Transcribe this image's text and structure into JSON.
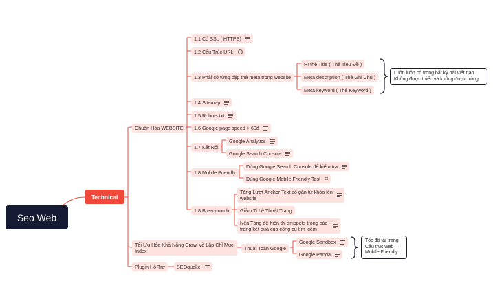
{
  "root": "Seo Web",
  "technical": "Technical",
  "branches": {
    "chuan_hoa": "Chuẩn Hóa WEBSITE",
    "toi_uu": "Tối Ưu Hóa Khả Năng Crawl và Lập Chỉ Mục Index",
    "plugin": "Plugin Hỗ Trợ"
  },
  "items": {
    "i11": "1.1 Có SSL ( HTTPS)",
    "i12": "1.2 Cấu Trúc URL",
    "i13": "1.3 Phải có từng cặp thẻ meta trong website",
    "i14": "1.4 Sitemap",
    "i15": "1.5 Robots txt",
    "i16": "1.6 Google page speed > 60đ",
    "i17": "1.7 Kết Nối",
    "i18m": "1.8 Mobile Friendly",
    "i18b": "1.8 Breadcrumb"
  },
  "meta": {
    "title": "H! thẻ Title ( Thẻ Tiêu Đề )",
    "desc": "Meta description ( Thẻ Ghi Chú )",
    "keyword": "Meta keyword ( Thẻ Keyword )"
  },
  "meta_summary": "Luôn luôn có trong bất kỳ bài viết nào Không được thiếu và không được trùng",
  "ketnoi": {
    "ga": "Google Analytics",
    "gsc": "Google Search Console"
  },
  "mobile": {
    "m1": "Dùng Google Search Console để kiểm tra",
    "m2": "Dùng Google Mobile Friendly Test"
  },
  "breadcrumb": {
    "b1": "Tăng Lượt Anchor Text có gắn từ khóa lên website",
    "b2": "Giảm Tỉ Lệ Thoát Trang",
    "b3": "Nền Tảng để hiển thị snippets trong các trang kết quả của công cụ tìm kiếm"
  },
  "thuat_toan": "Thuật Toán Google",
  "algos": {
    "sandbox": "Google Sandbox",
    "panda": "Google Panda"
  },
  "algo_summary": "Tốc độ tải trang Cấu trúc web Mobile Friendly...",
  "plugin_child": "SEOquake",
  "colors": {
    "line": "#f0483b",
    "node_bg": "#fde3e0",
    "root_bg": "#141b33",
    "technical_bg": "#f0483b"
  }
}
